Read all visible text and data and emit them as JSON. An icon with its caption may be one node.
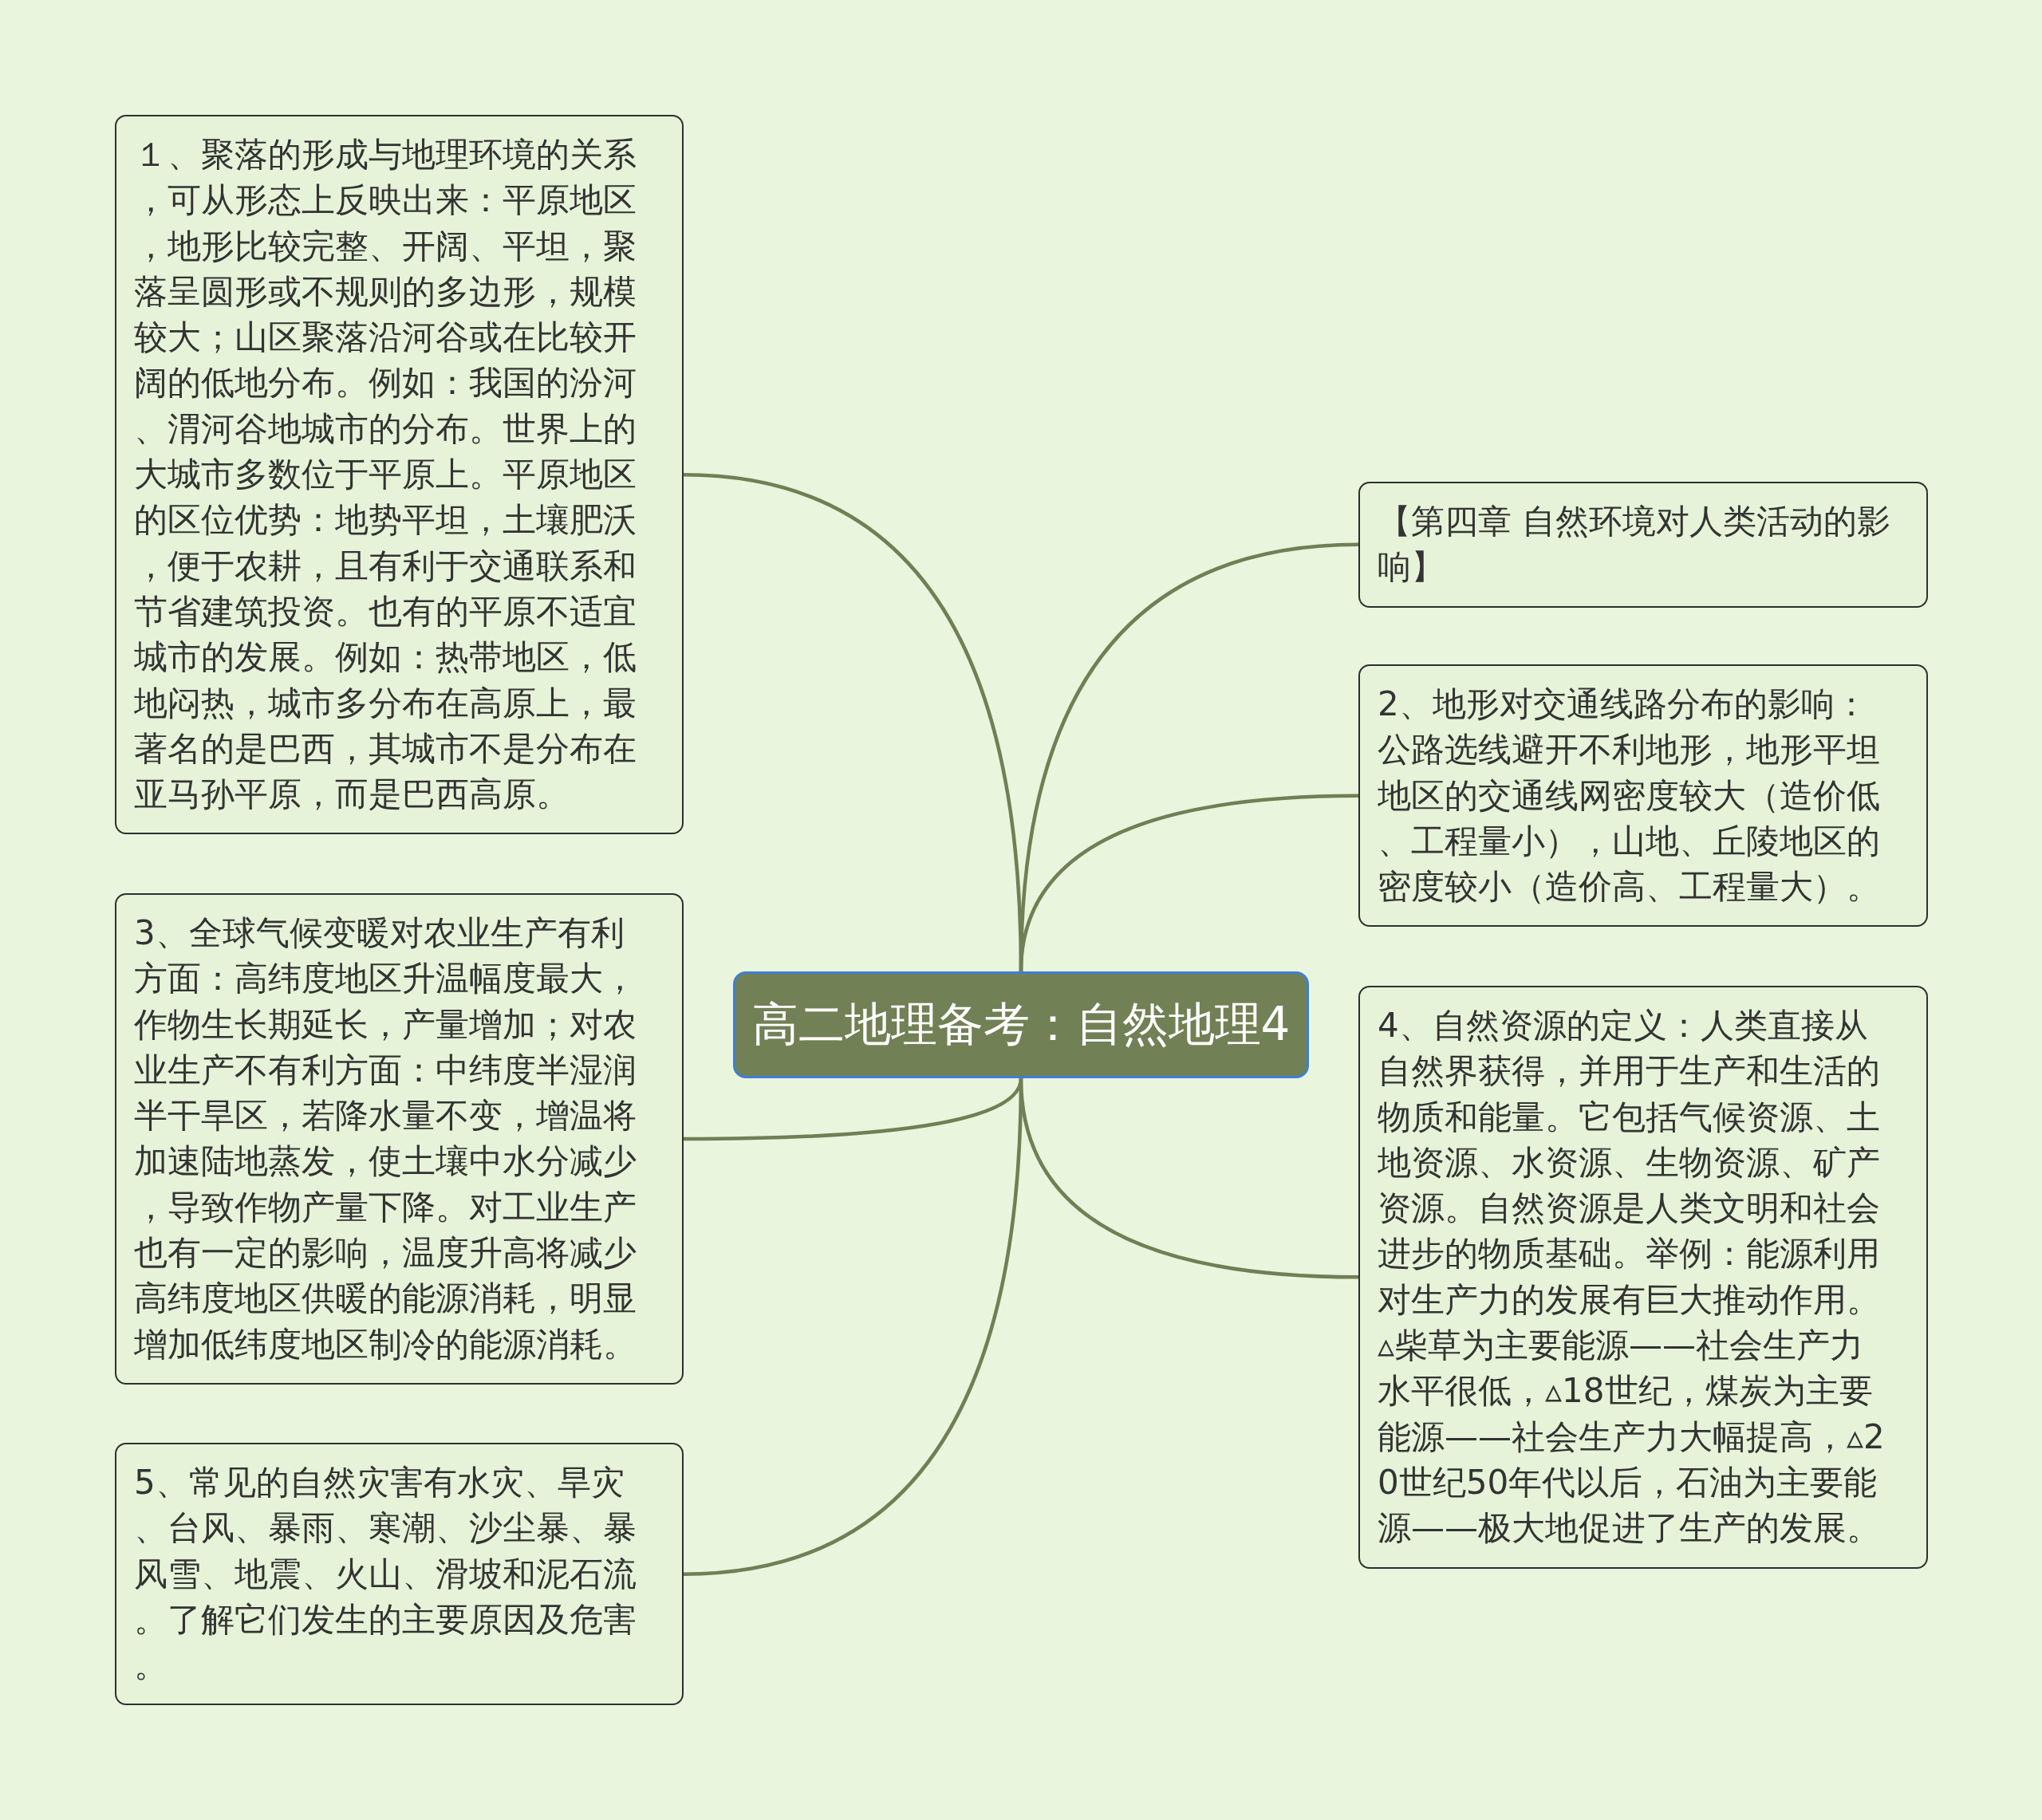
{
  "diagram": {
    "nodes": [
      {
        "text": [
          "高二地理备考：自然地理4"
        ]
      },
      {
        "text": [
          "１、聚落的形成与地理环境的关系，可从形态上反映出来：平原地区，地形比较完整、开阔、平坦，聚落呈圆形或不规则的多边形，规模较大；山区聚落沿河谷或在比较开阔的低地分布。例如：我国的汾河、渭河谷地城市的分布。世界上的大城市多数位于平原上。平原地区的区位优势：地势平坦，土壤肥沃，便于农耕，且有利于交通联系和节省建筑投资。也有的平原不适宜城市的发展。例如：热带地区，低地闷热，城市多分布在高原上，最著名的是巴西，其城市不是分布在亚马孙平原，而是巴西高原。"
        ]
      },
      {
        "text": [
          "【第四章 自然环境对人类活动的影响】"
        ]
      },
      {
        "text": [
          "2、地形对交通线路分布的影响：公路选线避开不利地形，地形平坦地区的交通线网密度较大（造价低、工程量小），山地、丘陵地区的密度较小（造价高、工程量大）。"
        ]
      },
      {
        "text": [
          "3、全球气候变暖对农业生产有利方面：高纬度地区升温幅度最大，作物生长期延长，产量增加；对农业生产不有利方面：中纬度半湿润半干旱区，若降水量不变，增温将加速陆地蒸发，使土壤中水分减少，导致作物产量下降。对工业生产也有一定的影响，温度升高将减少高纬度地区供暖的能源消耗，明显增加低纬度地区制冷的能源消耗。"
        ]
      },
      {
        "text": [
          "4、自然资源的定义：人类直接从自然界获得，并用于生产和生活的物质和能量。它包括气候资源、土地资源、水资源、生物资源、矿产资源。自然资源是人类文明和社会进步的物质基础。举例：能源利用对生产力的发展有巨大推动作用。▵柴草为主要能源——社会生产力水平很低，▵18世纪，煤炭为主要能源——社会生产力大幅提高，▵20世纪50年代以后，石油为主要能源——极大地促进了生产的发展。"
        ]
      },
      {
        "text": [
          "5、常见的自然灾害有水灾、旱灾、台风、暴雨、寒潮、沙尘暴、暴风雪、地震、火山、滑坡和泥石流。了解它们发生的主要原因及危害。"
        ]
      }
    ],
    "edges": [
      {
        "from": 0,
        "to": 1,
        "arrow": "none"
      },
      {
        "from": 0,
        "to": 2,
        "arrow": "none"
      },
      {
        "from": 0,
        "to": 3,
        "arrow": "none"
      },
      {
        "from": 0,
        "to": 4,
        "arrow": "none"
      },
      {
        "from": 0,
        "to": 5,
        "arrow": "none"
      },
      {
        "from": 0,
        "to": 6,
        "arrow": "none"
      }
    ]
  }
}
